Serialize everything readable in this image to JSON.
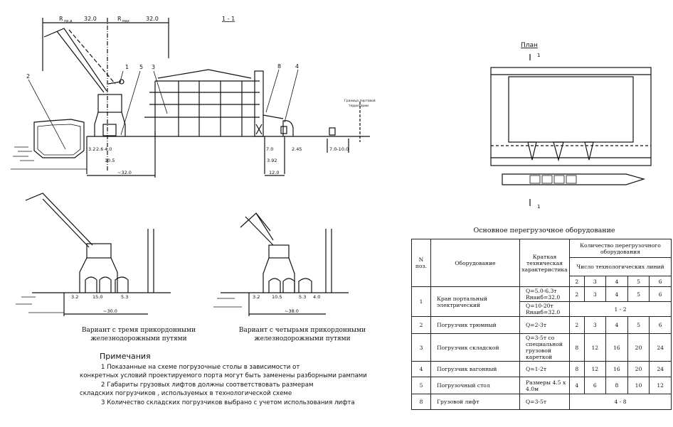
{
  "section": {
    "title": "1 - 1",
    "radius_left": "R",
    "radius_left_sub": "пр.д",
    "radius_left_value": "32.0",
    "radius_right": "R",
    "radius_right_sub": "мах",
    "radius_right_value": "32.0",
    "callouts": [
      "1",
      "2",
      "3",
      "4",
      "5",
      "8"
    ],
    "dims": [
      "3.2",
      "2.6",
      "4.0",
      "10.5",
      "~32.0",
      "7.0",
      "2.45",
      "3.92",
      "12.0",
      "7.0-10.0"
    ],
    "boundary_label_1": "Граница портовой",
    "boundary_label_2": "территории"
  },
  "plan": {
    "title": "План",
    "cut_top": "1",
    "cut_bottom": "1"
  },
  "variant3": {
    "dims": [
      "3.2",
      "15.0",
      "5.3",
      "~30.0"
    ],
    "caption_1": "Вариант с тремя прикордонными",
    "caption_2": "железнодорожными путями"
  },
  "variant4": {
    "dims": [
      "3.2",
      "10.5",
      "5.3",
      "4.0",
      "~38.0"
    ],
    "caption_1": "Вариант с четырьмя прикордонными",
    "caption_2": "железнодорожными путями"
  },
  "notes": {
    "title": "Примечания",
    "lines": [
      "1 Показанные на схеме погрузочные столы в зависимости от",
      "конкретных условий проектируемого порта могут быть заменены разборными рампами",
      "2 Габариты грузовых лифтов должны соответствовать размерам",
      "складских погрузчиков , используемых в технологической схеме",
      "3 Количество складских погрузчиков выбрано с учетом использования лифта"
    ]
  },
  "table": {
    "title": "Основное перегрузочное оборудование",
    "headers": {
      "pos": "N поз.",
      "equipment": "Оборудование",
      "characteristic": "Краткая техническая характеристика",
      "quantity": "Количество перегрузочного оборудования",
      "lines": "Число технологических линий",
      "line_counts": [
        "2",
        "3",
        "4",
        "5",
        "6"
      ]
    },
    "rows": [
      {
        "pos": "1",
        "name": "Кран портальный электрический",
        "char_a": "Q=5.0-6.3т Rнаиб=32.0",
        "char_b": "Q=10-20т Rнаиб=32.0",
        "values": [
          "2",
          "3",
          "4",
          "5",
          "6"
        ],
        "range": "1 - 2"
      },
      {
        "pos": "2",
        "name": "Погрузчик трюмный",
        "char": "Q=2-3т",
        "values": [
          "2",
          "3",
          "4",
          "5",
          "6"
        ]
      },
      {
        "pos": "3",
        "name": "Погрузчик складской",
        "char": "Q=3-5т со специальной грузовой кареткой",
        "values": [
          "8",
          "12",
          "16",
          "20",
          "24"
        ]
      },
      {
        "pos": "4",
        "name": "Погрузчик вагонный",
        "char": "Q=1-2т",
        "values": [
          "8",
          "12",
          "16",
          "20",
          "24"
        ]
      },
      {
        "pos": "5",
        "name": "Погрузочный стол",
        "char": "Размеры 4.5 x 4.0м",
        "values": [
          "4",
          "6",
          "8",
          "10",
          "12"
        ]
      },
      {
        "pos": "8",
        "name": "Грузовой лифт",
        "char": "Q=3-5т",
        "range": "4 - 8"
      }
    ]
  }
}
